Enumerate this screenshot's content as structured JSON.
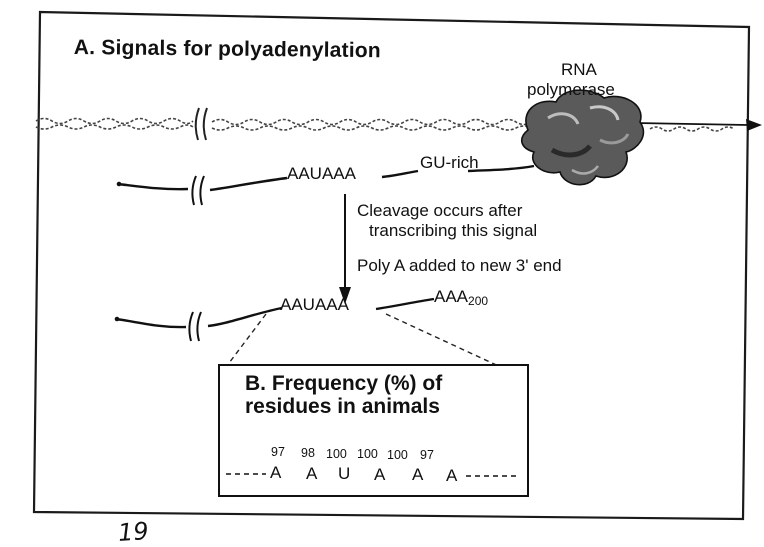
{
  "panel_a": {
    "title": "A. Signals for polyadenylation",
    "polymerase_line1": "RNA",
    "polymerase_line2": "polymerase",
    "top_strand": {
      "signal": "AAUAAA",
      "gu_rich": "GU-rich"
    },
    "step1_line1": "Cleavage occurs after",
    "step1_line2": "transcribing this signal",
    "step2": "Poly A added to new 3' end",
    "bottom_strand": {
      "signal": "AAUAAA",
      "tail": "AAA",
      "tail_sub": "200"
    }
  },
  "panel_b": {
    "title_line1": "B. Frequency (%) of",
    "title_line2": "residues in animals",
    "residues": [
      {
        "freq": "97",
        "base": "A"
      },
      {
        "freq": "98",
        "base": "A"
      },
      {
        "freq": "100",
        "base": "U"
      },
      {
        "freq": "100",
        "base": "A"
      },
      {
        "freq": "100",
        "base": "A"
      },
      {
        "freq": "97",
        "base": "A"
      }
    ]
  },
  "handwritten_page_number": "19"
}
